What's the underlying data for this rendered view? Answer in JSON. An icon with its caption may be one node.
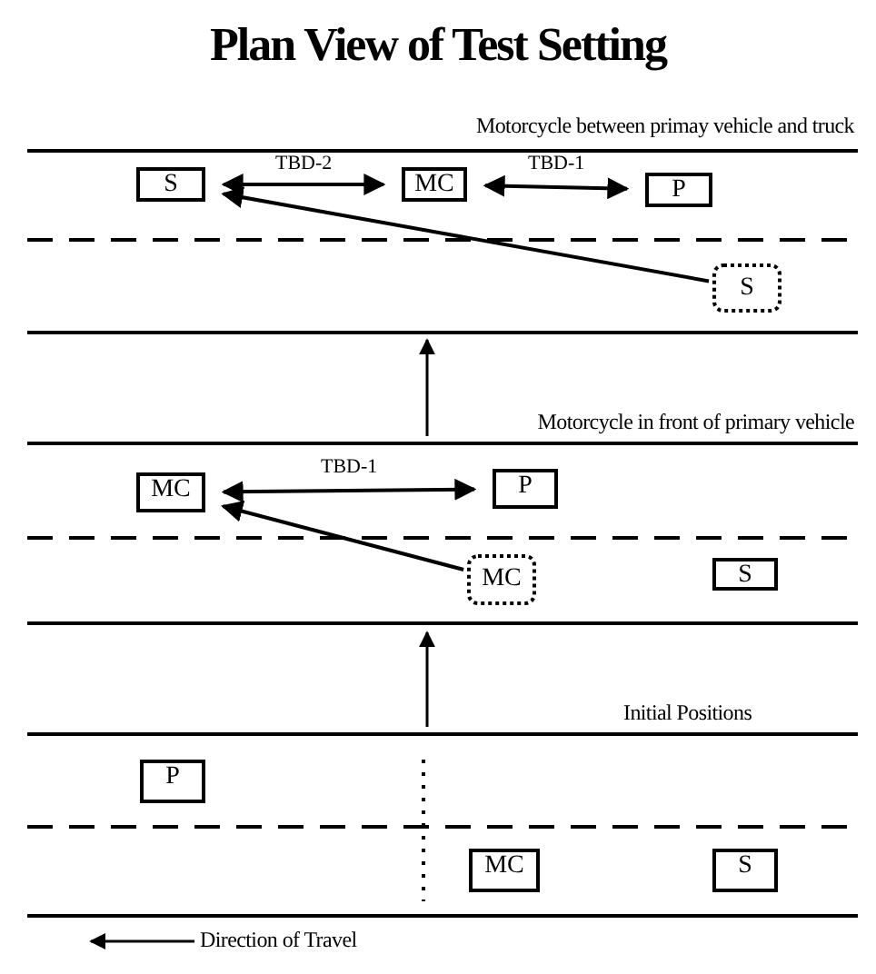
{
  "diagram": {
    "title": "Plan View of Test Setting",
    "nodes": [
      {
        "text": [
          "S"
        ]
      },
      {
        "text": [
          "MC"
        ]
      },
      {
        "text": [
          "P"
        ]
      },
      {
        "text": [
          "S"
        ]
      },
      {
        "text": [
          "MC"
        ]
      },
      {
        "text": [
          "P"
        ]
      },
      {
        "text": [
          "MC"
        ]
      },
      {
        "text": [
          "S"
        ]
      },
      {
        "text": [
          "P"
        ]
      },
      {
        "text": [
          "MC"
        ]
      },
      {
        "text": [
          "S"
        ]
      }
    ],
    "edges": [
      {
        "from": 0,
        "to": 1,
        "arrow": "both",
        "label": "TBD-2"
      },
      {
        "from": 1,
        "to": 2,
        "arrow": "both",
        "label": "TBD-1"
      },
      {
        "from": 3,
        "to": 0,
        "arrow": "to"
      },
      {
        "from": 4,
        "to": 5,
        "arrow": "both",
        "label": "TBD-1"
      },
      {
        "from": 6,
        "to": 4,
        "arrow": "to"
      }
    ],
    "labels": [
      "Motorcycle between primay vehicle and truck",
      "Motorcycle in front of primary vehicle",
      "Initial Positions",
      "Direction of Travel"
    ]
  }
}
